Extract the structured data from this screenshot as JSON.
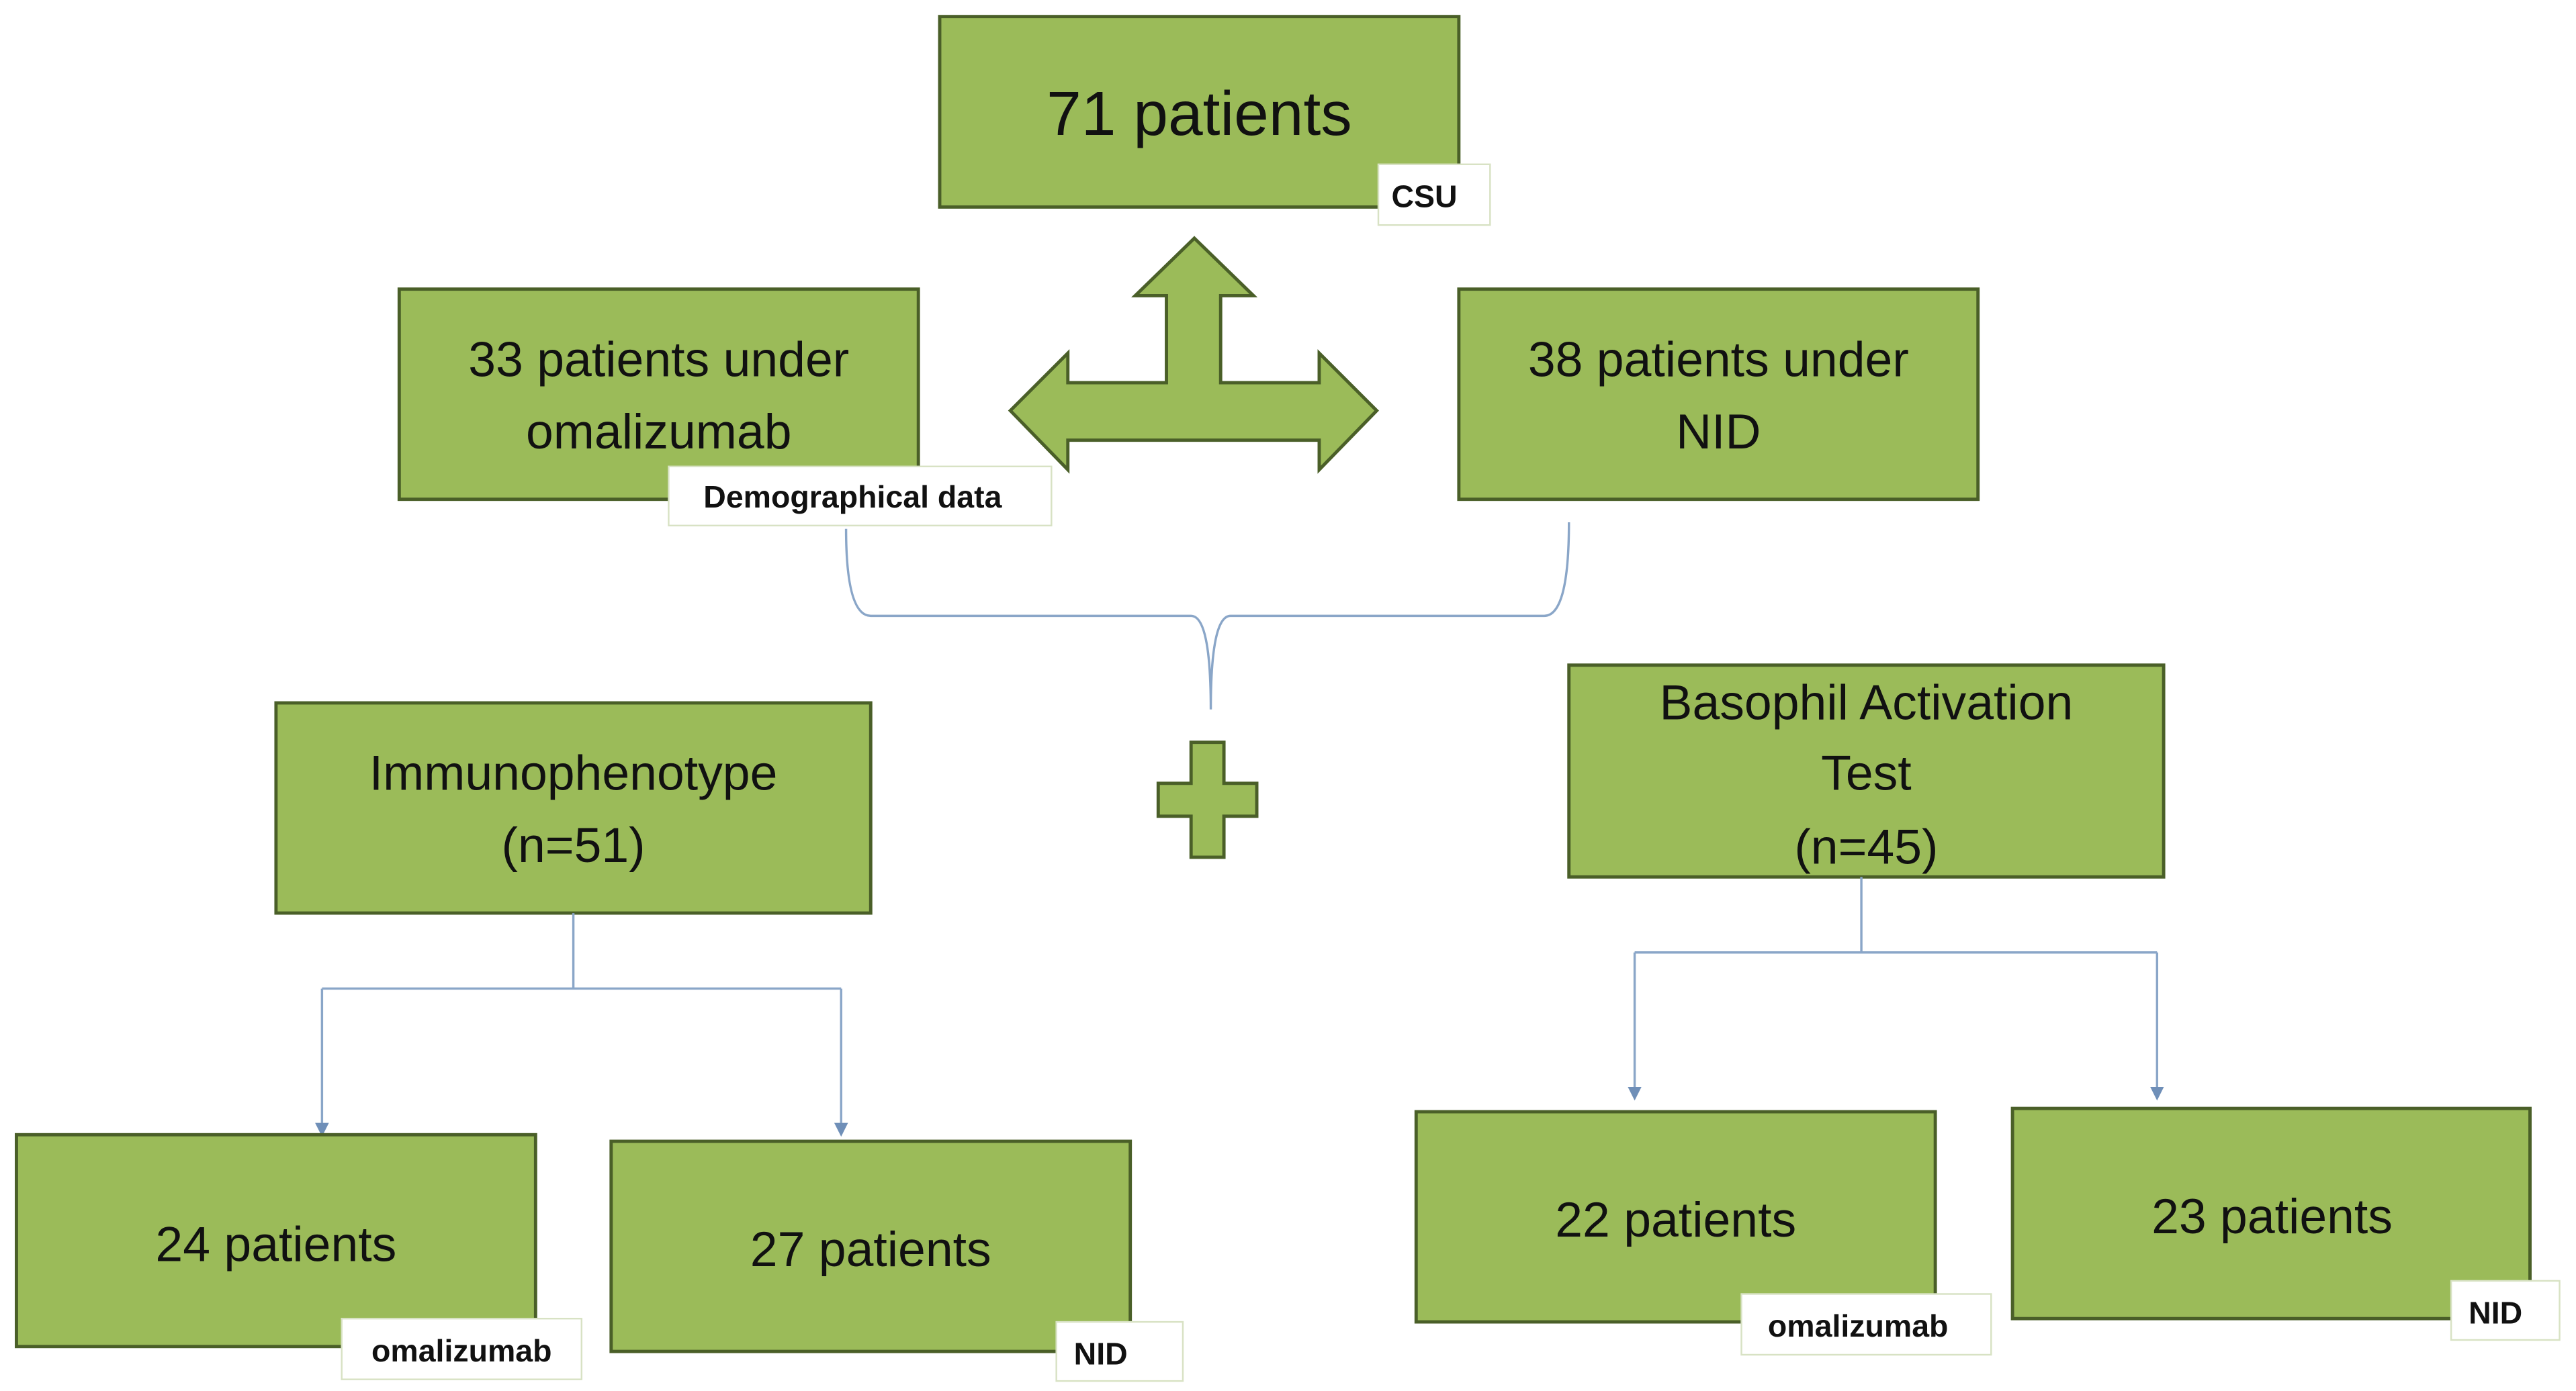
{
  "top": {
    "line1": "71 patients",
    "label": "CSU"
  },
  "omalizumab_group": {
    "line1": "33 patients under",
    "line2": "omalizumab",
    "label": "Demographical data"
  },
  "nid_group": {
    "line1": "38 patients under",
    "line2": "NID"
  },
  "immunophenotype": {
    "line1": "Immunophenotype",
    "line2": "(n=51)",
    "children": [
      {
        "text": "24 patients",
        "label": "omalizumab"
      },
      {
        "text": "27 patients",
        "label": "NID"
      }
    ]
  },
  "bat": {
    "line1": "Basophil Activation",
    "line2": "Test",
    "line3": "(n=45)",
    "children": [
      {
        "text": "22 patients",
        "label": "omalizumab"
      },
      {
        "text": "23 patients",
        "label": "NID"
      }
    ]
  },
  "colors": {
    "box_fill": "#9bbb59",
    "box_stroke": "#4a5f28",
    "connector": "#8aa6c8"
  }
}
